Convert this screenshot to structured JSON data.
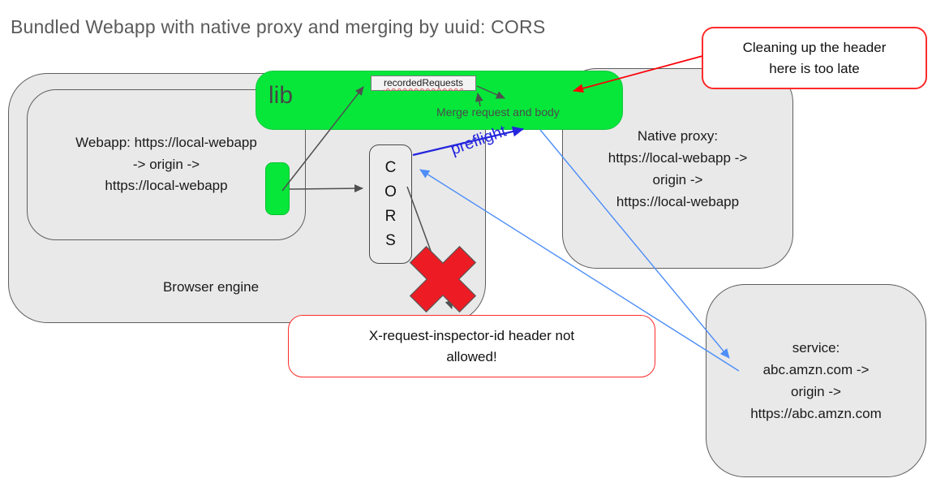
{
  "title": "Bundled Webapp with native proxy and merging by uuid: CORS",
  "colors": {
    "green": "#06e73a",
    "box_gray_fill": "#e9e9e9",
    "box_gray_stroke": "#5e5e5e",
    "callout_red": "#ff2b2b",
    "x_red": "#ed1c24",
    "arrow_gray": "#4f4f4f",
    "blue_dark": "#2425dd",
    "blue_light": "#4d8ef7",
    "title_gray": "#5a5a5a"
  },
  "callout_top": {
    "lines": [
      "Cleaning up the header",
      "here is too late"
    ]
  },
  "callout_bottom": {
    "lines": [
      "X-request-inspector-id header not",
      "allowed!"
    ]
  },
  "lib": {
    "label": "lib",
    "recorded_requests": "recordedRequests",
    "merge_label": "Merge request and body"
  },
  "browser_engine_label": "Browser engine",
  "webapp": {
    "lines": [
      "Webapp: https://local-webapp",
      "-> origin ->",
      "https://local-webapp"
    ]
  },
  "cors": {
    "letters": [
      "C",
      "O",
      "R",
      "S"
    ]
  },
  "native_proxy": {
    "lines": [
      "Native proxy:",
      "https://local-webapp ->",
      "origin ->",
      "https://local-webapp"
    ]
  },
  "service": {
    "lines": [
      "service:",
      "abc.amzn.com ->",
      "origin ->",
      "https://abc.amzn.com"
    ]
  },
  "preflight_label": "preflight"
}
